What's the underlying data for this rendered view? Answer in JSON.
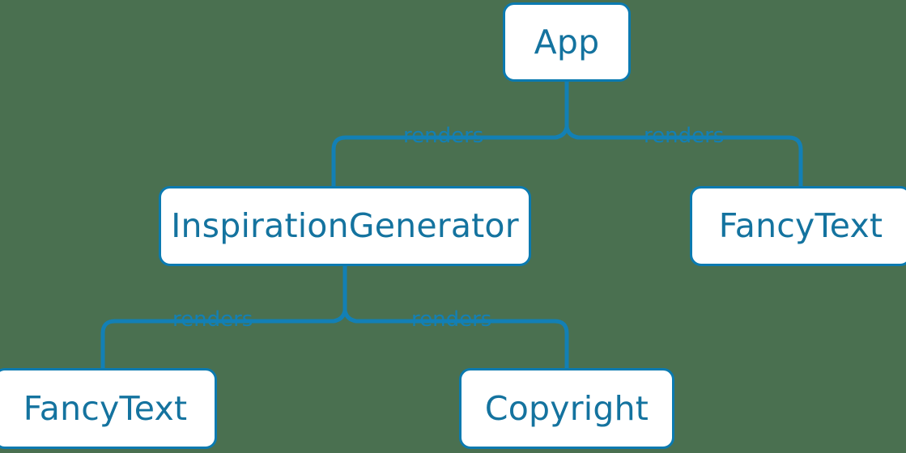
{
  "diagram": {
    "type": "component-tree",
    "background_color": "#4a7050",
    "node_fill_color": "#ffffff",
    "node_border_color": "#0b7ab0",
    "text_color": "#14739f",
    "edge_color": "#1380b5",
    "nodes": [
      {
        "id": "app",
        "label": "App",
        "level": 0
      },
      {
        "id": "inspirationgenerator",
        "label": "InspirationGenerator",
        "level": 1
      },
      {
        "id": "fancytext-right",
        "label": "FancyText",
        "level": 1
      },
      {
        "id": "fancytext-bottom",
        "label": "FancyText",
        "level": 2
      },
      {
        "id": "copyright",
        "label": "Copyright",
        "level": 2
      }
    ],
    "edges": [
      {
        "id": "app-inspiration",
        "from": "app",
        "to": "inspirationgenerator",
        "label": "renders"
      },
      {
        "id": "app-fancytext",
        "from": "app",
        "to": "fancytext-right",
        "label": "renders"
      },
      {
        "id": "ig-fancytext",
        "from": "inspirationgenerator",
        "to": "fancytext-bottom",
        "label": "renders"
      },
      {
        "id": "ig-copyright",
        "from": "inspirationgenerator",
        "to": "copyright",
        "label": "renders"
      }
    ]
  }
}
